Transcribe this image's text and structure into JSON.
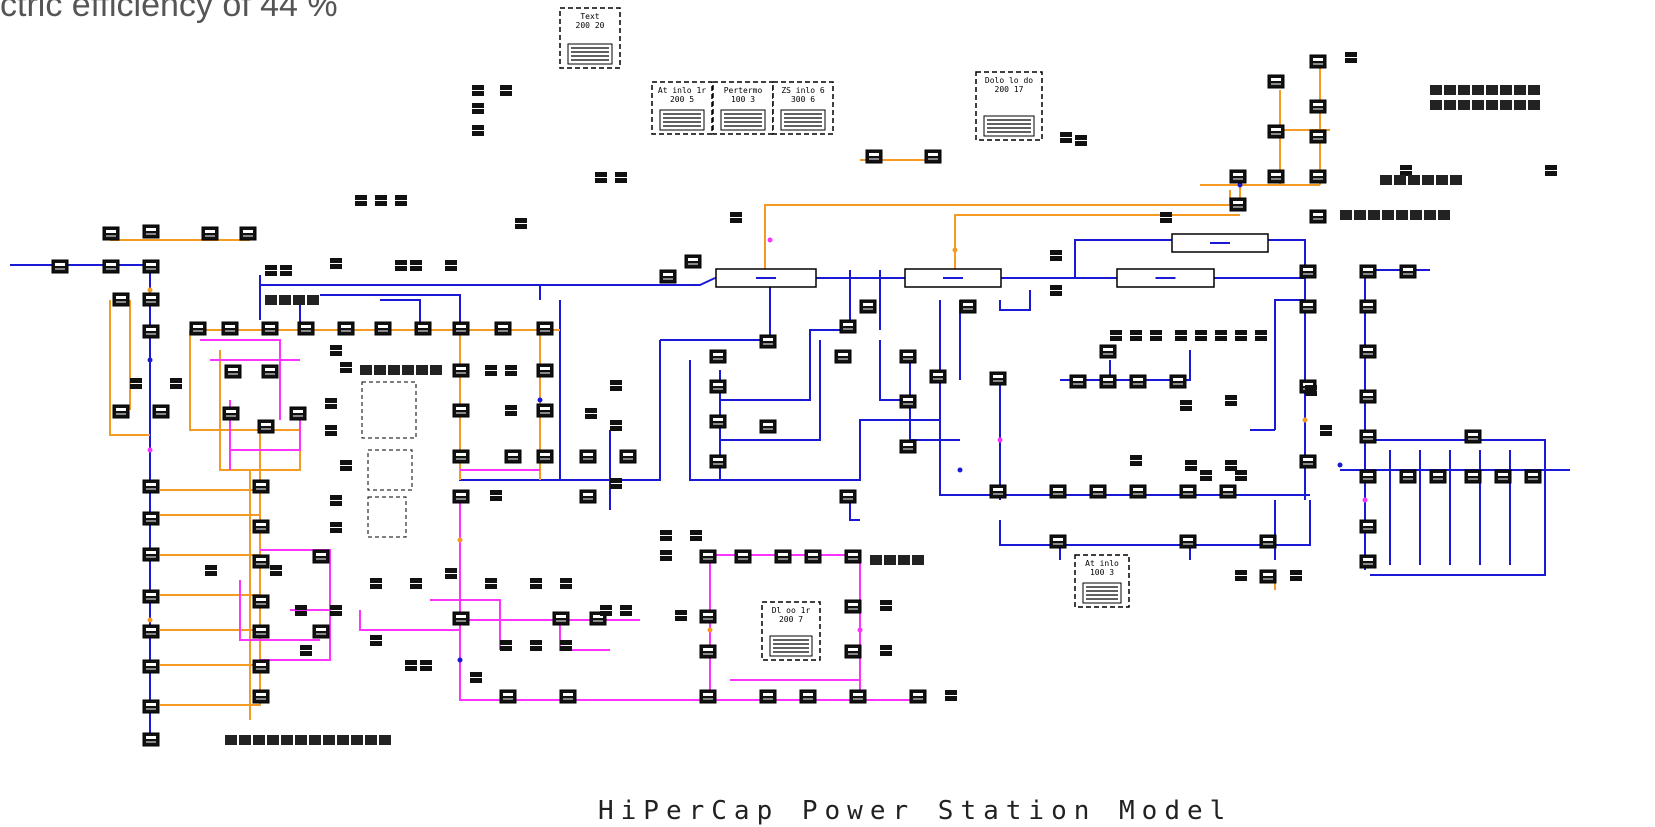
{
  "headline": "ctric efficiency of 44 %",
  "footer_title": "HiPerCap Power Station Model",
  "colors": {
    "blue_stream": "#1a1ad6",
    "orange_stream": "#f59a23",
    "magenta_stream": "#ff33ff",
    "ink": "#000000"
  },
  "control_boxes": [
    {
      "id": "cb-text",
      "line1": "Text",
      "line2": "200 20"
    },
    {
      "id": "cb-a",
      "line1": "At inlo 1r",
      "line2": "200 5"
    },
    {
      "id": "cb-b",
      "line1": "Pertermo",
      "line2": "100 3"
    },
    {
      "id": "cb-c",
      "line1": "ZS inlo 6",
      "line2": "300 6"
    },
    {
      "id": "cb-d",
      "line1": "Dolo lo do",
      "line2": "200 17"
    },
    {
      "id": "cb-e",
      "line1": "At inlo",
      "line2": "100 3"
    },
    {
      "id": "cb-f",
      "line1": "Dl oo 1r",
      "line2": "200 7"
    }
  ]
}
